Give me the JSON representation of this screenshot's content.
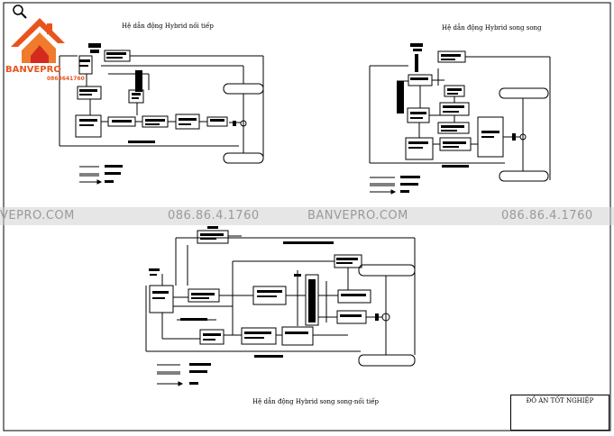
{
  "diagram1": {
    "title": "Hệ dẫn động Hybrid nối tiếp"
  },
  "diagram2": {
    "title": "Hệ dẫn động Hybrid song song"
  },
  "diagram3": {
    "title": "Hệ dẫn động Hybrid song song-nối tiếp"
  },
  "watermark": {
    "brand": "VEPRO.COM",
    "phone": "086.86.4.1760",
    "brand_full": "BANVEPRO.COM"
  },
  "logo": {
    "brand": "BANVEPRO",
    "phone": "0868641760"
  },
  "title_block": {
    "title": "ĐỒ ÁN TỐT NGHIỆP"
  },
  "colors": {
    "logo_orange": "#e8541e",
    "logo_red": "#d42a1e",
    "line": "#000000",
    "watermark_band": "#d2d2d2"
  }
}
